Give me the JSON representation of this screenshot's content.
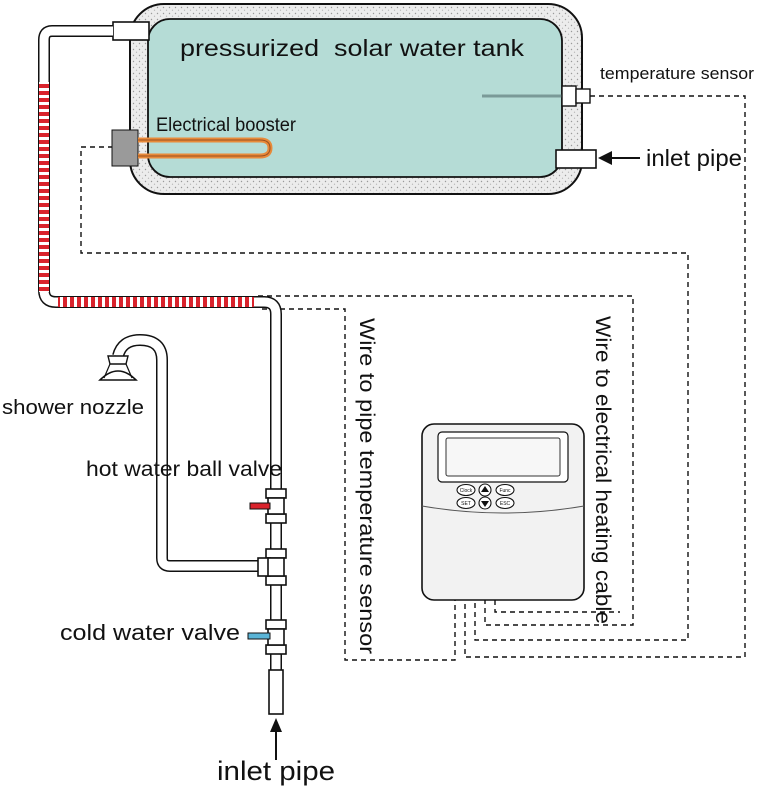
{
  "labels": {
    "tank_title": "pressurized  solar water tank",
    "temperature_sensor": "temperature sensor",
    "electrical_booster": "Electrical booster",
    "inlet_pipe_top": "inlet pipe",
    "wire_pipe_sensor": "Wire to pipe temperature sensor",
    "wire_heating_cable": "Wire to electrical heating cable",
    "shower_nozzle": "shower nozzle",
    "hot_water_ball_valve": "hot water ball valve",
    "cold_water_valve": "cold water valve",
    "inlet_pipe_bottom": "inlet pipe"
  },
  "controller": {
    "buttons": [
      "Clock",
      "SET",
      "Func",
      "ESC"
    ]
  },
  "colors": {
    "tank_water": "#b5dcd6",
    "insulation": "#e4e4e4",
    "heating_cable": "#d9232c",
    "booster_element": "#e88a3a",
    "booster_head": "#9a9a9a",
    "hot_handle": "#d9232c",
    "cold_handle": "#5ab4d6"
  }
}
